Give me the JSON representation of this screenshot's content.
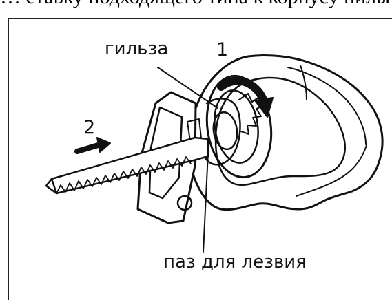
{
  "header_text": "… ставку подходящего типа к корпусу пилы и следуйте процедуре",
  "labels": {
    "sleeve": "гильза",
    "step_1": "1",
    "step_2": "2",
    "blade_groove": "паз для лезвия"
  }
}
